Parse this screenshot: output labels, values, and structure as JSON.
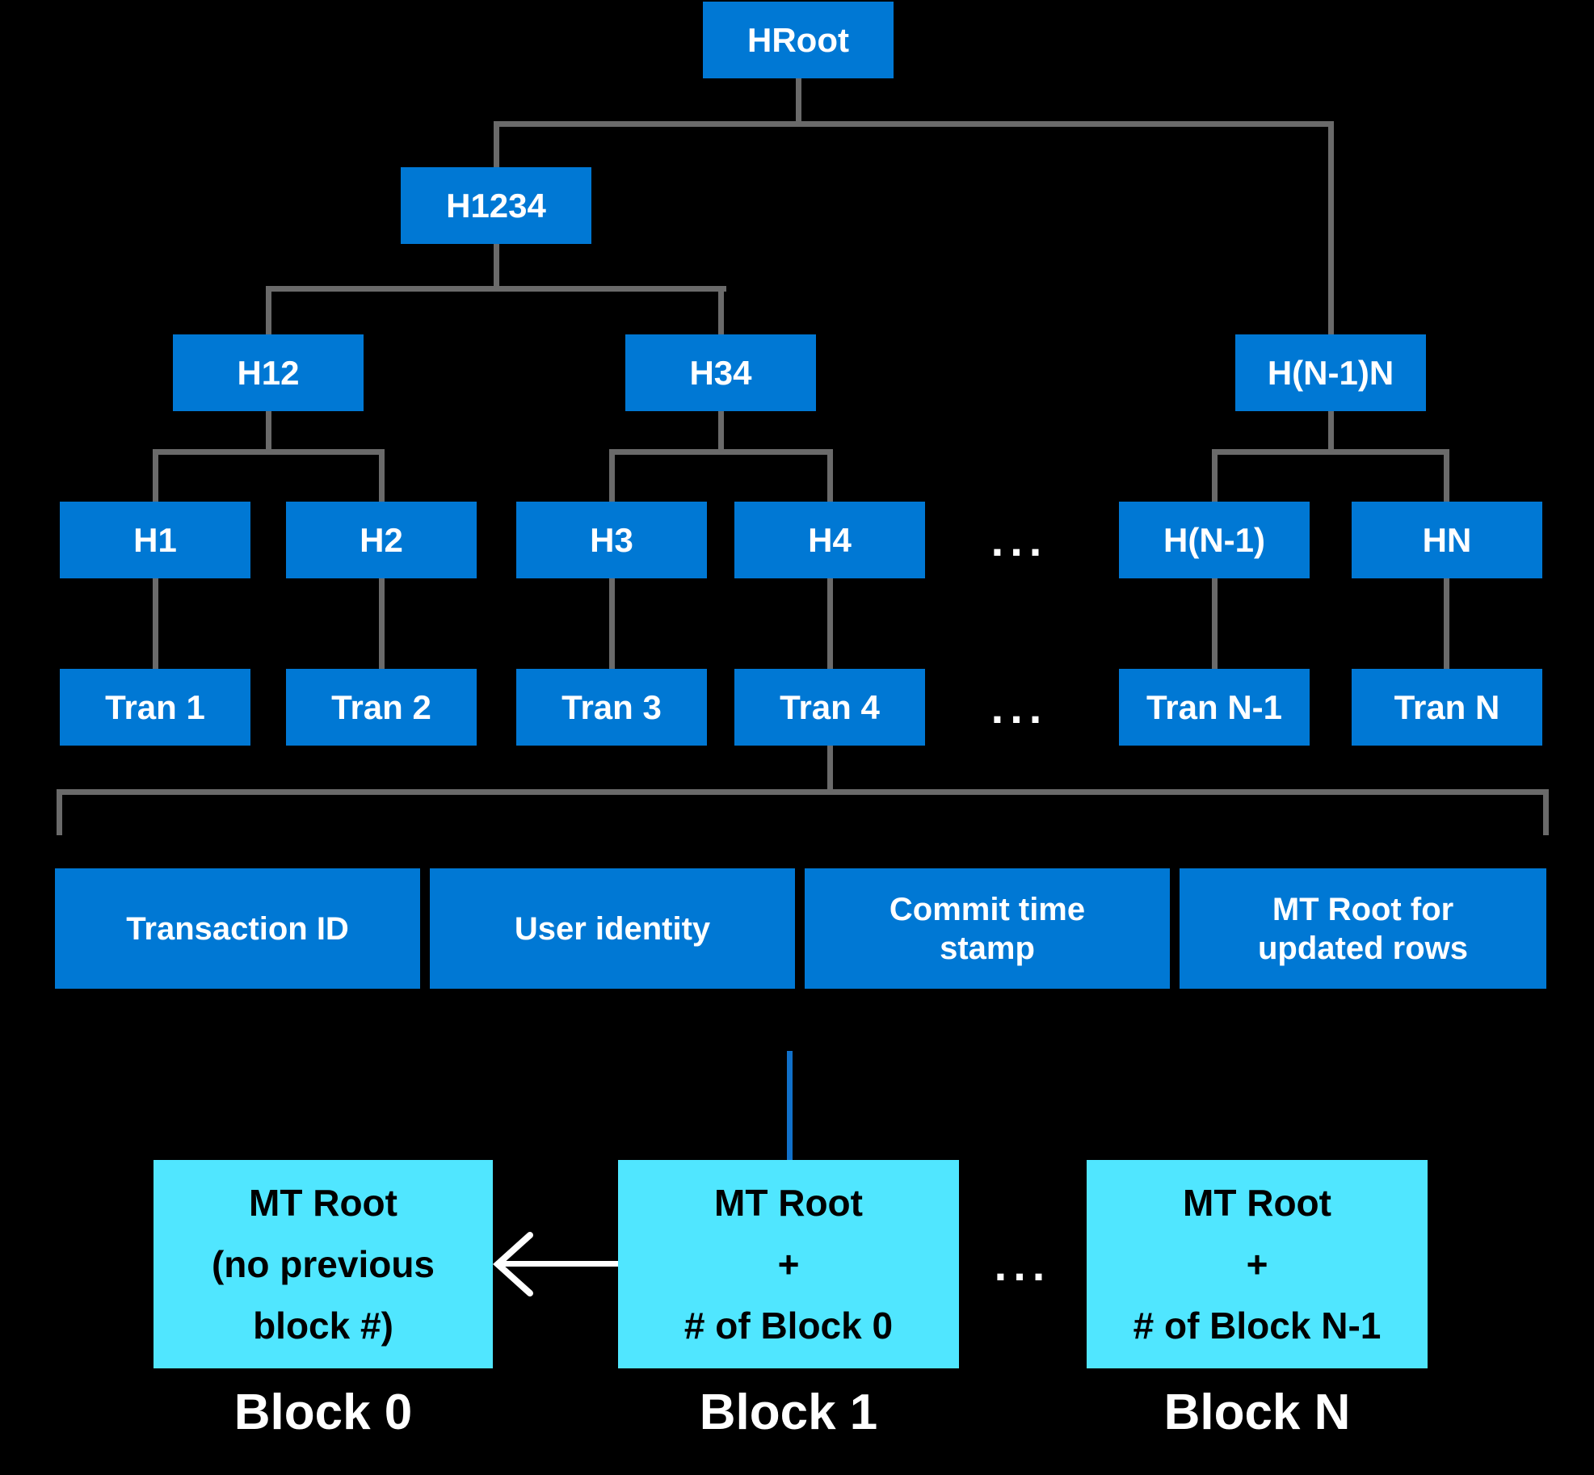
{
  "colors": {
    "background": "#000000",
    "node_blue": "#0078D4",
    "block_cyan": "#50E6FF",
    "connector_gray": "#6A6A6A",
    "connector_blue": "#1070C9",
    "tree_text": "#FFFFFF",
    "block_text": "#000000"
  },
  "tree": {
    "root": {
      "label": "HRoot"
    },
    "parent": {
      "label": "H1234"
    },
    "level3": [
      {
        "label": "H12"
      },
      {
        "label": "H34"
      },
      {
        "label": "H(N-1)N"
      }
    ],
    "hashes": [
      {
        "label": "H1"
      },
      {
        "label": "H2"
      },
      {
        "label": "H3"
      },
      {
        "label": "H4"
      },
      {
        "label": "H(N-1)"
      },
      {
        "label": "HN"
      }
    ],
    "hash_ellipsis": "...",
    "transactions": [
      {
        "label": "Tran 1"
      },
      {
        "label": "Tran 2"
      },
      {
        "label": "Tran 3"
      },
      {
        "label": "Tran 4"
      },
      {
        "label": "Tran N-1"
      },
      {
        "label": "Tran N"
      }
    ],
    "transaction_ellipsis": "..."
  },
  "transaction_detail": {
    "fields": [
      {
        "lines": [
          "Transaction ID"
        ]
      },
      {
        "lines": [
          "User identity"
        ]
      },
      {
        "lines": [
          "Commit time",
          "stamp"
        ]
      },
      {
        "lines": [
          "MT Root for",
          "updated rows"
        ]
      }
    ]
  },
  "blocks": {
    "items": [
      {
        "lines": [
          "MT Root",
          "(no previous",
          "block #)"
        ],
        "label": "Block 0"
      },
      {
        "lines": [
          "MT Root",
          "+",
          "# of Block 0"
        ],
        "label": "Block 1"
      },
      {
        "lines": [
          "MT Root",
          "+",
          "# of Block N-1"
        ],
        "label": "Block N"
      }
    ],
    "ellipsis": "..."
  }
}
